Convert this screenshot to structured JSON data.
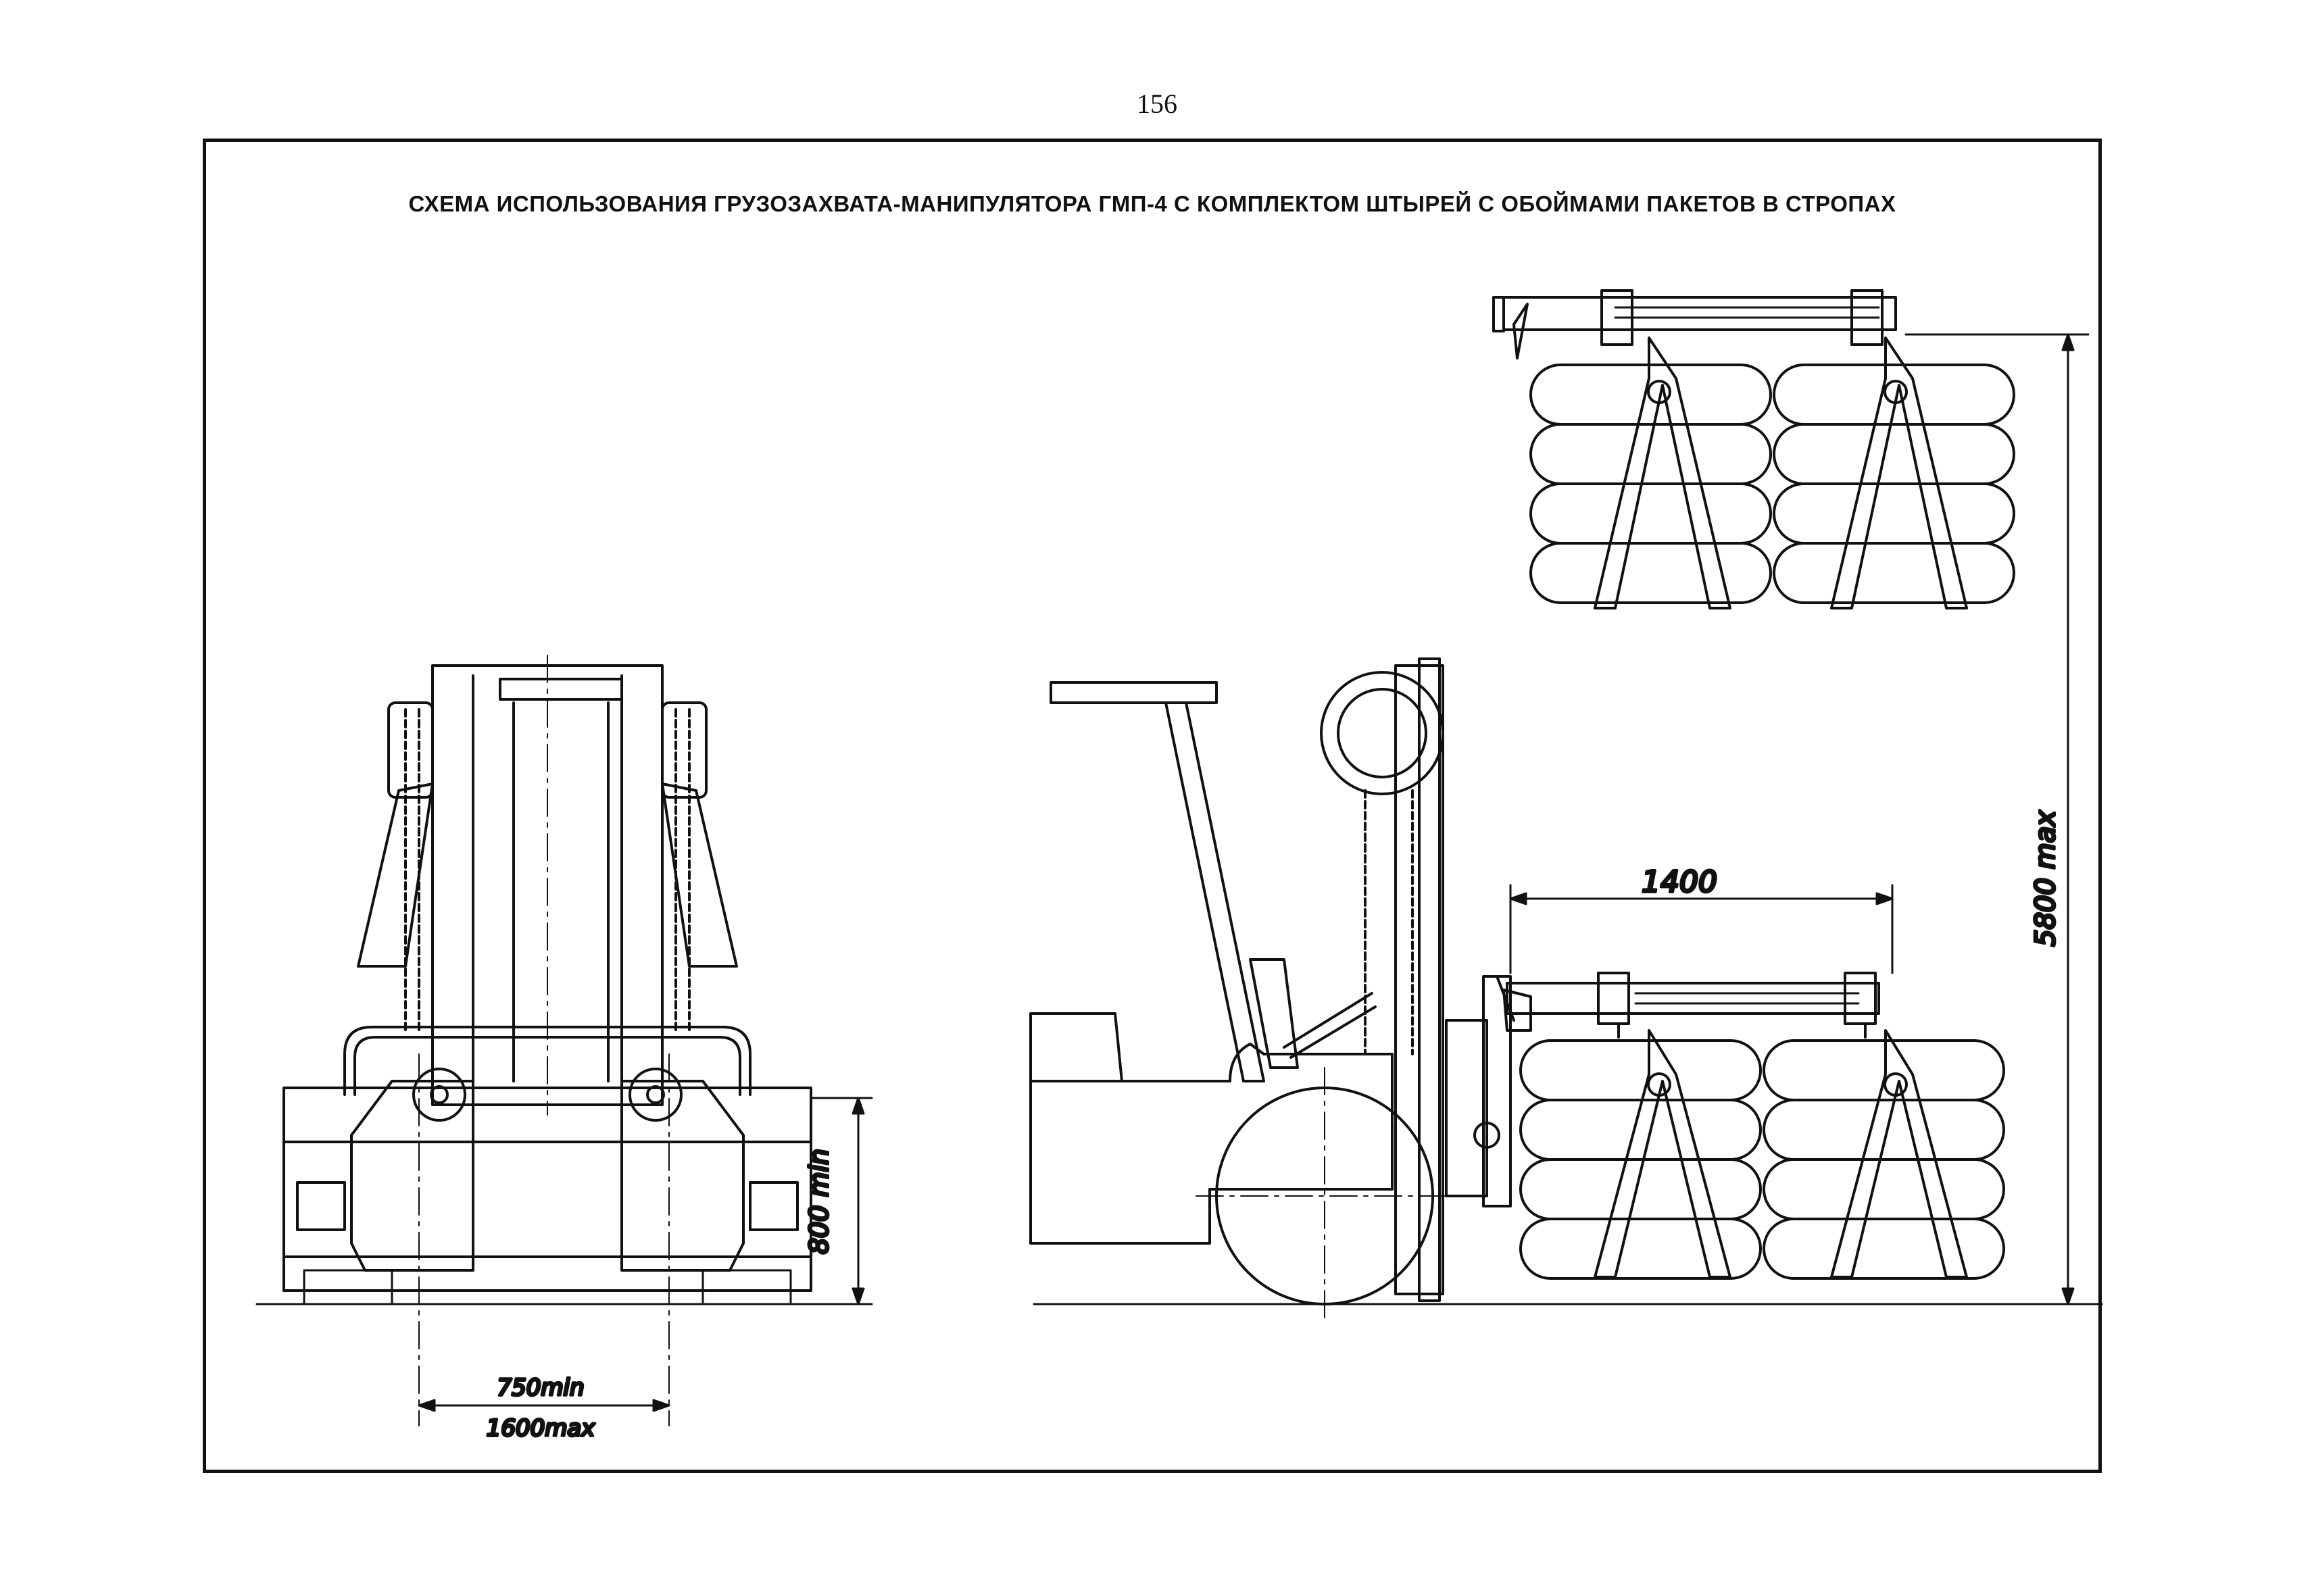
{
  "page": {
    "number": "156",
    "title": "СХЕМА ИСПОЛЬЗОВАНИЯ ГРУЗОЗАХВАТА-МАНИПУЛЯТОРА ГМП-4 С  КОМПЛЕКТОМ ШТЫРЕЙ С ОБОЙМАМИ ПАКЕТОВ В СТРОПАХ"
  },
  "front_view": {
    "dim_height": "800 min",
    "dim_width_min": "750min",
    "dim_width_max": "1600max"
  },
  "side_view": {
    "dim_reach": "1400",
    "dim_lift": "5800 max"
  }
}
